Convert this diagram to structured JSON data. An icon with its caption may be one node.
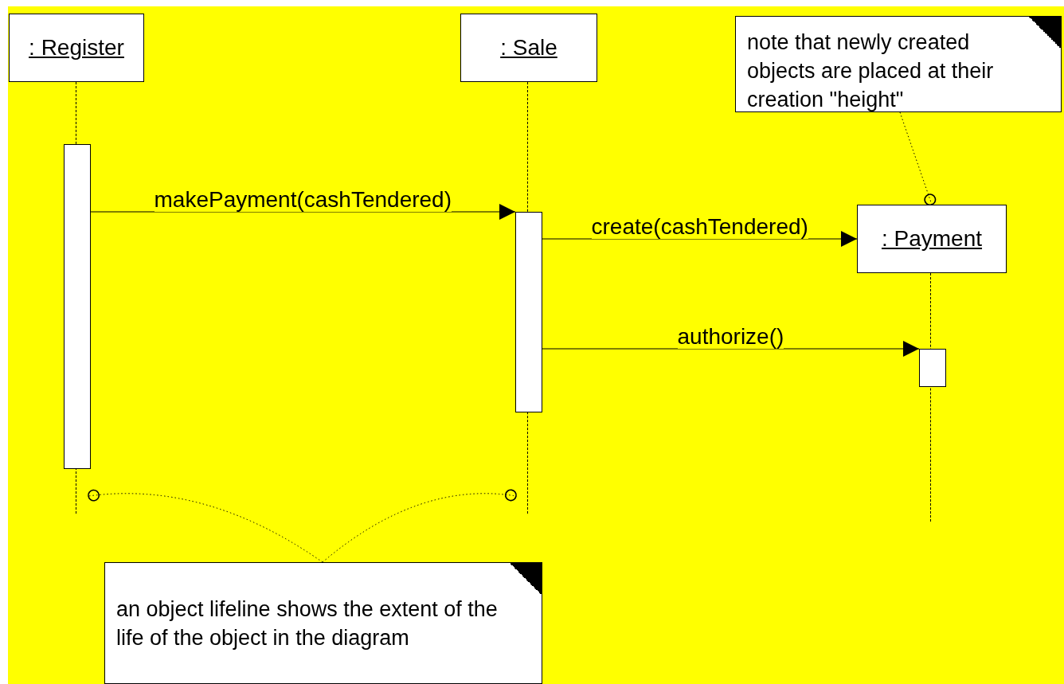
{
  "diagram": {
    "nodes": [
      {
        "text": [
          ": Register"
        ]
      },
      {
        "text": [
          ": Sale"
        ]
      },
      {
        "text": [
          "note that newly created objects are placed at their creation \"height\""
        ]
      },
      {
        "text": [
          ": Payment"
        ]
      },
      {
        "text": [
          "an object lifeline shows the extent of the life of the object in the diagram"
        ]
      },
      {
        "text": [],
        "shape": "bar"
      },
      {
        "text": [],
        "shape": "bar"
      },
      {
        "text": [],
        "shape": "bar"
      },
      {
        "text": [],
        "shape": "line"
      },
      {
        "text": [],
        "shape": "line"
      },
      {
        "text": [],
        "shape": "line"
      }
    ],
    "edges": [
      {
        "from": 5,
        "to": 6,
        "arrow": "to",
        "label": "makePayment(cashTendered)"
      },
      {
        "from": 6,
        "to": 3,
        "arrow": "to",
        "label": "create(cashTendered)"
      },
      {
        "from": 6,
        "to": 7,
        "arrow": "to",
        "label": "authorize()"
      },
      {
        "from": 2,
        "to": 3,
        "arrow": "other",
        "style": "dashed"
      },
      {
        "from": 4,
        "to": 8,
        "arrow": "other",
        "style": "dashed"
      },
      {
        "from": 4,
        "to": 9,
        "arrow": "other",
        "style": "dashed"
      }
    ]
  }
}
